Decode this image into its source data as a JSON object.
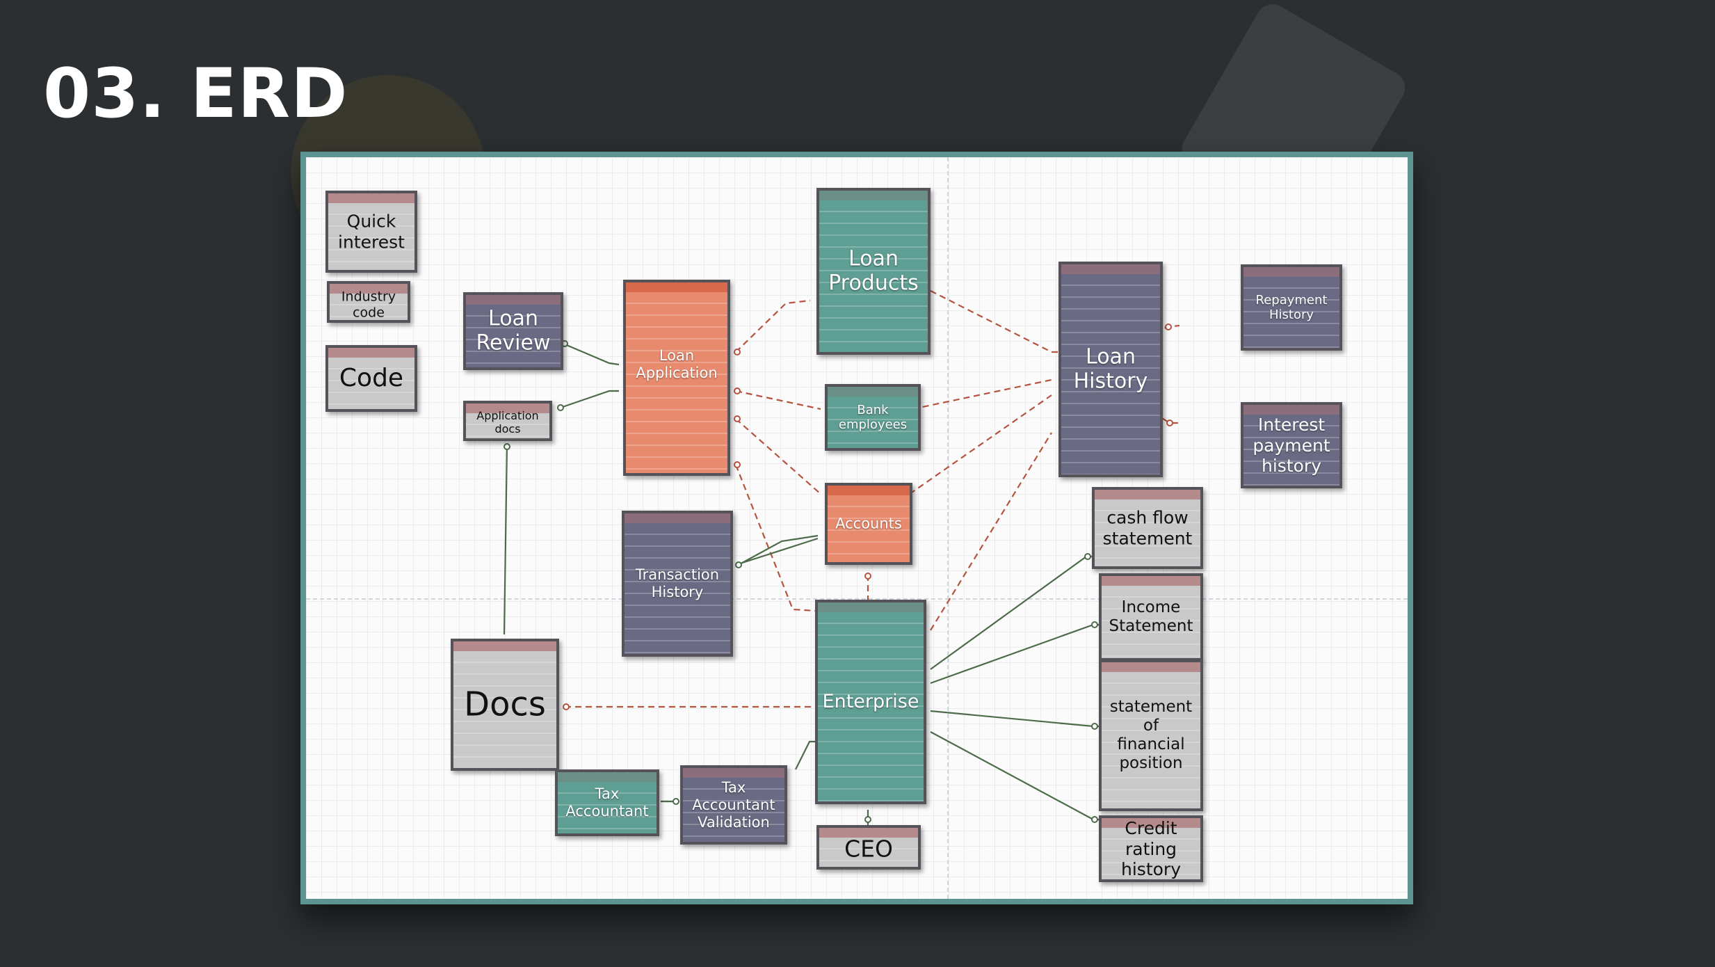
{
  "page": {
    "title": "03. ERD"
  },
  "colors": {
    "background": "#2b2f31",
    "frame": "#5b9490",
    "entity_grey": "#c9c9c9",
    "entity_navy": "#6a6a84",
    "entity_teal": "#5f9e93",
    "entity_orange": "#e88a6e",
    "relation_dashed": "#b5533f",
    "relation_solid": "#4d6b4a"
  },
  "entities": {
    "quick_interest": "Quick\ninterest",
    "industry_code": "Industry\ncode",
    "code": "Code",
    "loan_review": "Loan\nReview",
    "application_docs": "Application\ndocs",
    "loan_application": "Loan\nApplication",
    "loan_products": "Loan\nProducts",
    "bank_employees": "Bank\nemployees",
    "accounts": "Accounts",
    "transaction_history": "Transaction\nHistory",
    "loan_history": "Loan\nHistory",
    "repayment_history": "Repayment\nHistory",
    "interest_payment_history": "Interest\npayment\nhistory",
    "cash_flow_statement": "cash flow\nstatement",
    "income_statement": "Income\nStatement",
    "statement_financial_position": "statement\nof\nfinancial\nposition",
    "credit_rating_history": "Credit\nrating\nhistory",
    "enterprise": "Enterprise",
    "docs": "Docs",
    "tax_accountant": "Tax\nAccountant",
    "tax_accountant_validation": "Tax\nAccountant\nValidation",
    "ceo": "CEO"
  }
}
